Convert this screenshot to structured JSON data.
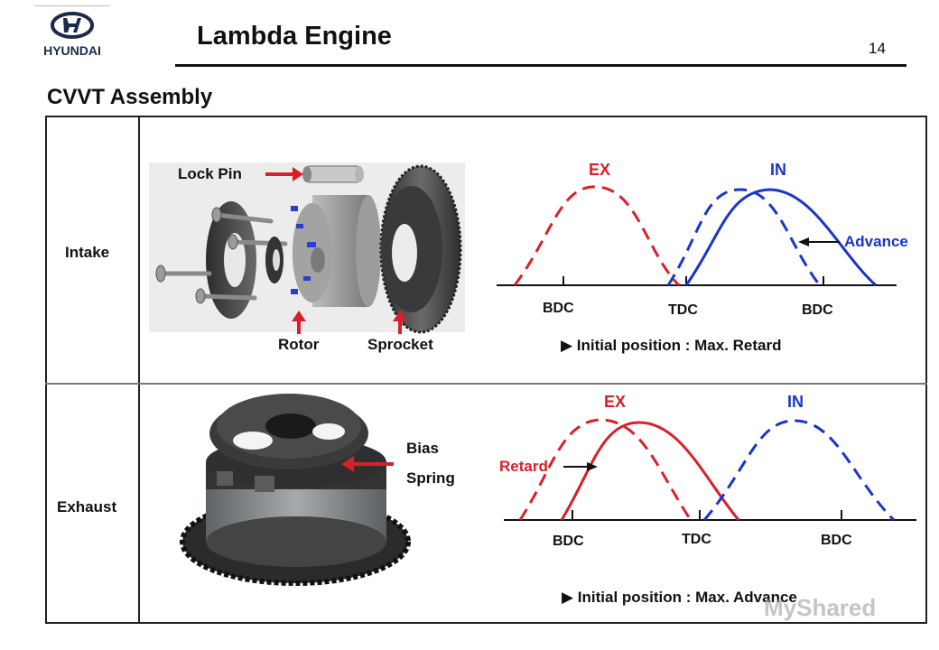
{
  "header": {
    "brand": "HYUNDAI",
    "title": "Lambda Engine",
    "page_number": "14"
  },
  "section_title": "CVVT Assembly",
  "rows": {
    "intake": {
      "label": "Intake",
      "callouts": {
        "lock_pin": "Lock Pin",
        "rotor": "Rotor",
        "sprocket": "Sprocket"
      },
      "diagram": {
        "ex_label": "EX",
        "in_label": "IN",
        "shift_label": "Advance",
        "ticks": [
          "BDC",
          "TDC",
          "BDC"
        ],
        "note": "▶ Initial position : Max. Retard"
      }
    },
    "exhaust": {
      "label": "Exhaust",
      "callouts": {
        "bias": "Bias",
        "spring": "Spring"
      },
      "diagram": {
        "ex_label": "EX",
        "in_label": "IN",
        "shift_label": "Retard",
        "ticks": [
          "BDC",
          "TDC",
          "BDC"
        ],
        "note": "▶ Initial position : Max. Advance"
      }
    }
  },
  "watermark": "MyShared",
  "colors": {
    "exhaust_red": "#d8202a",
    "intake_blue": "#1a35c8",
    "arrow_red": "#d8202a"
  }
}
